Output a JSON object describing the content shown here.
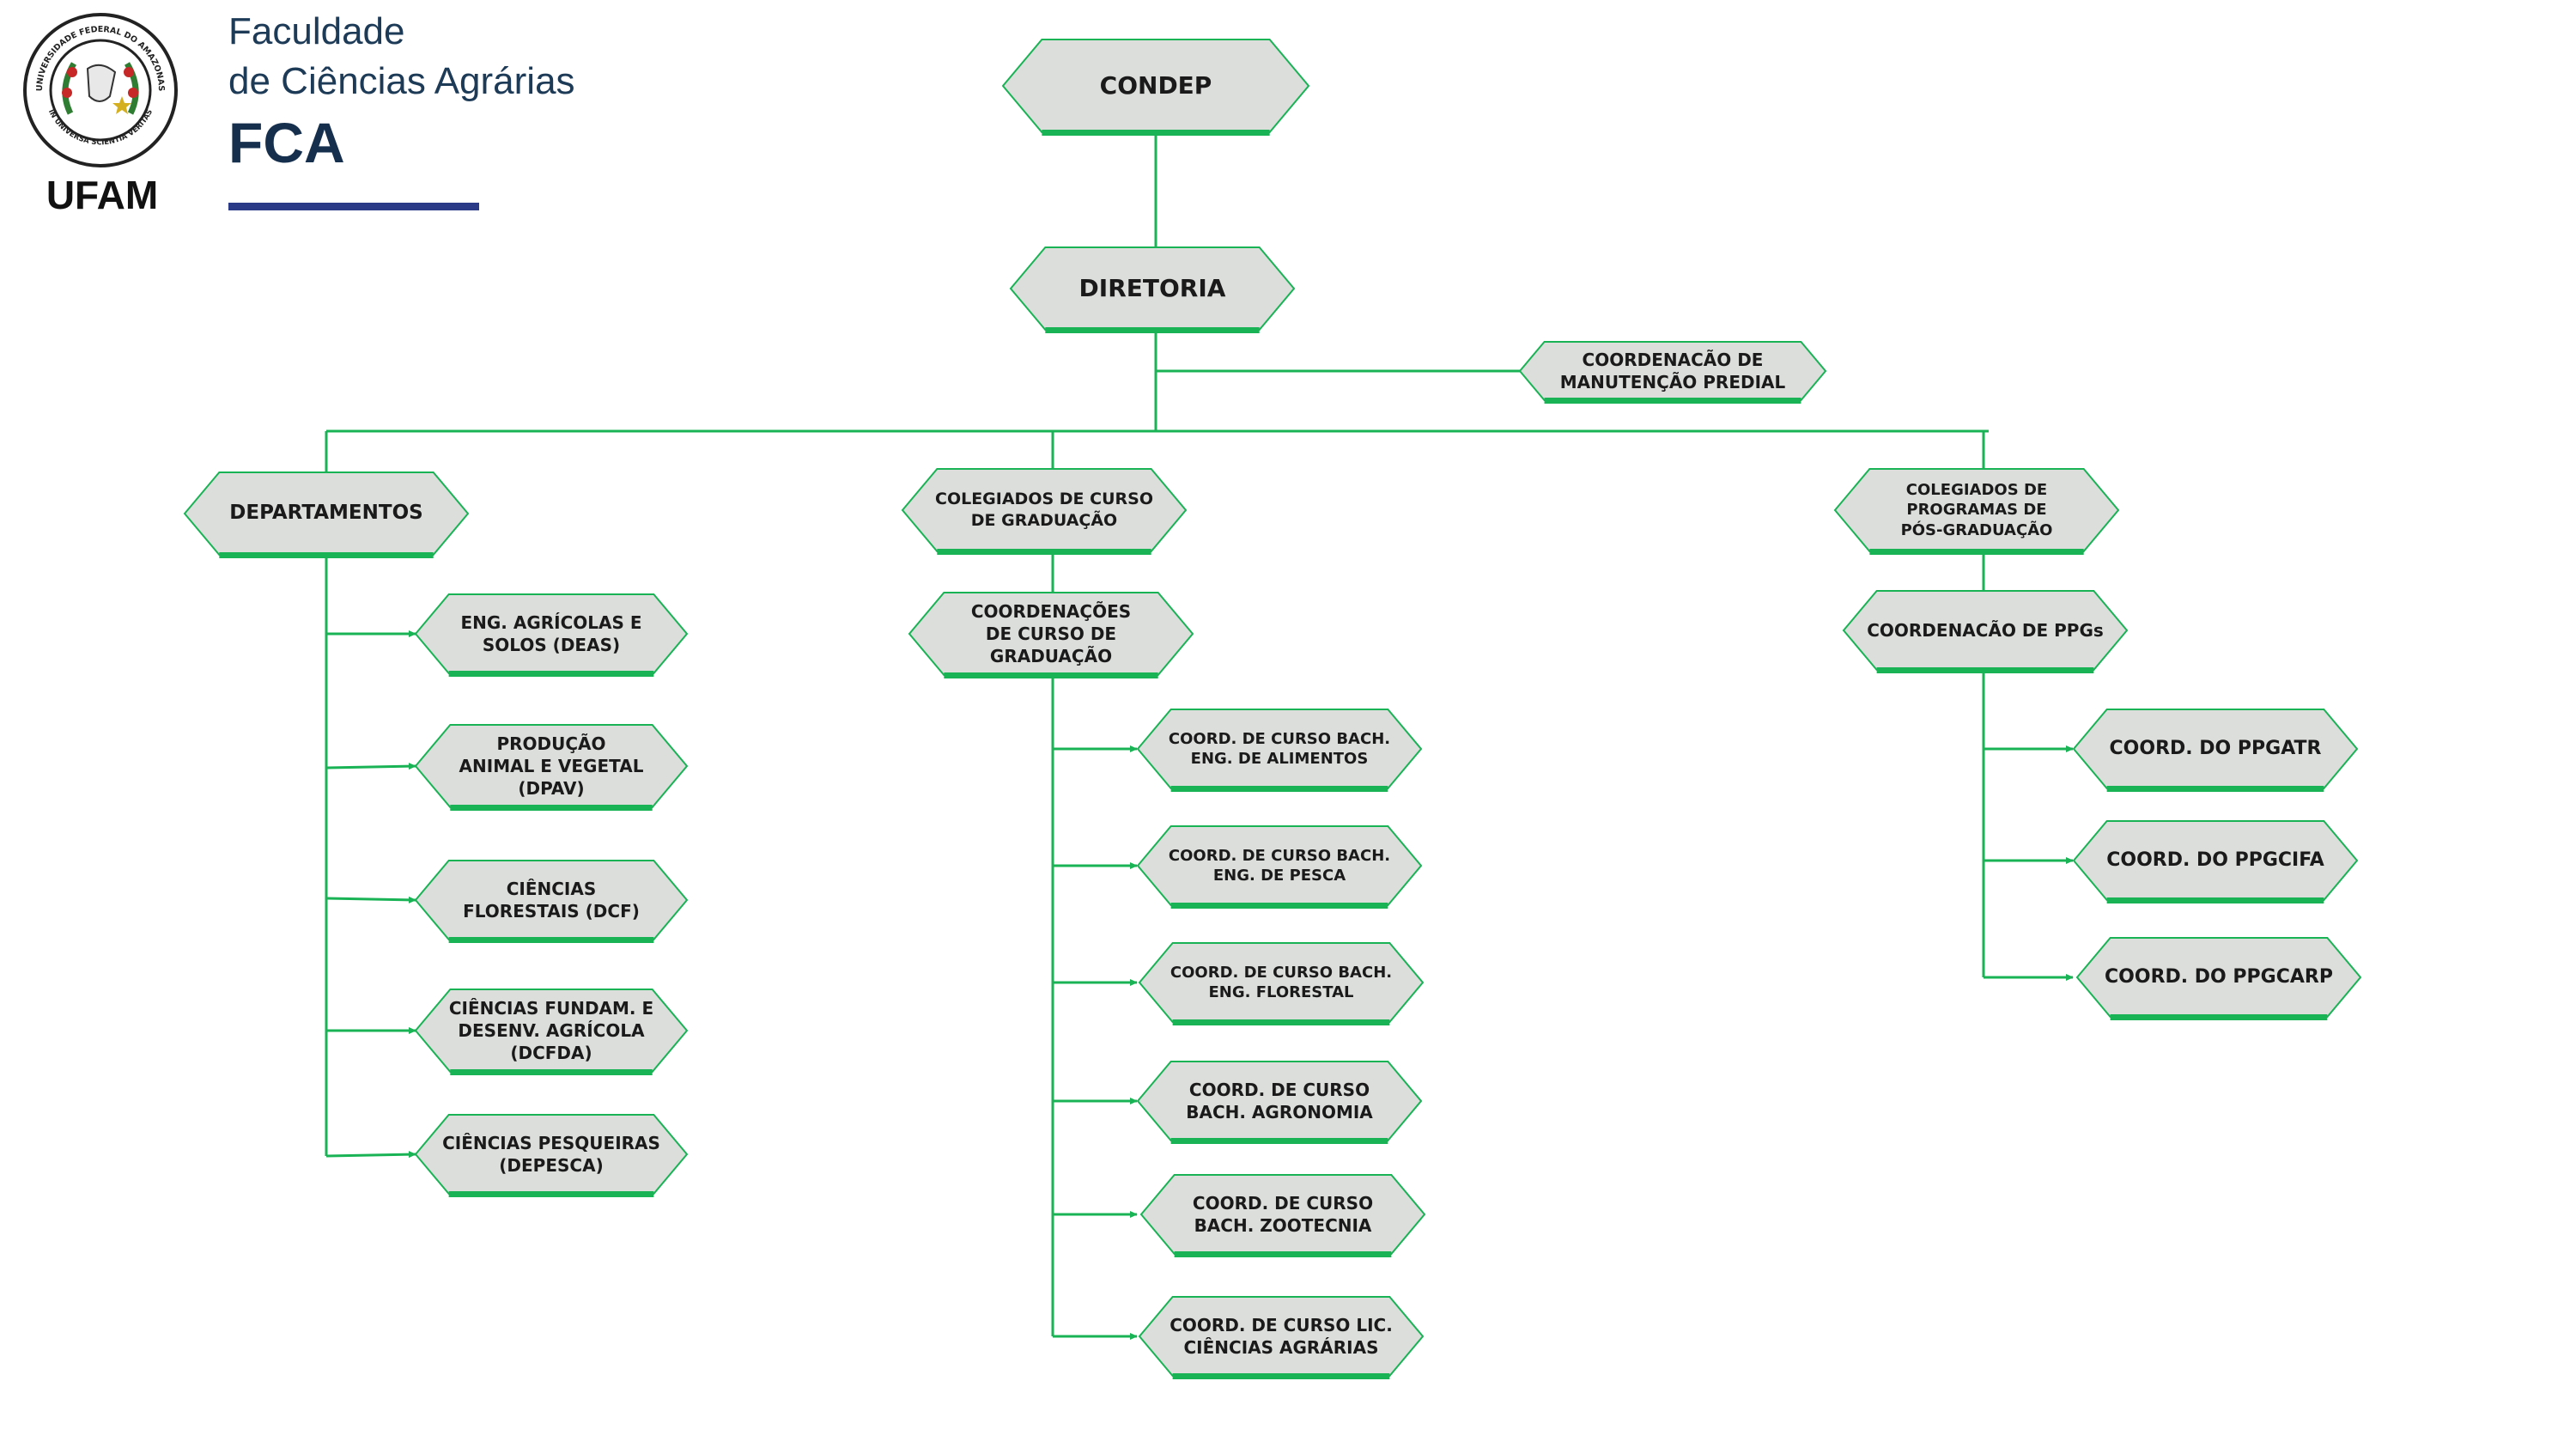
{
  "header": {
    "seal_text_top": "UNIVERSIDADE FEDERAL DO AMAZONAS",
    "seal_text_bottom": "IN UNIVERSA SCIENTIA VERITAS",
    "logo_caption": "UFAM",
    "faculty_line1": "Faculdade",
    "faculty_line2": "de Ciências Agrárias",
    "faculty_acronym": "FCA"
  },
  "colors": {
    "connector": "#19b355",
    "node_fill": "#dcdedb",
    "underline": "#19b355",
    "header_bar": "#2a3a86"
  },
  "nodes": [
    {
      "id": "condep",
      "lines": [
        "CONDEP"
      ]
    },
    {
      "id": "diretoria",
      "lines": [
        "DIRETORIA"
      ]
    },
    {
      "id": "manutencao",
      "lines": [
        "COORDENACÃO DE",
        "MANUTENÇÃO PREDIAL"
      ]
    },
    {
      "id": "departamentos",
      "lines": [
        "DEPARTAMENTOS"
      ]
    },
    {
      "id": "colegiados-graduacao",
      "lines": [
        "COLEGIADOS DE CURSO",
        "DE GRADUAÇÃO"
      ]
    },
    {
      "id": "colegiados-pos",
      "lines": [
        "COLEGIADOS DE",
        "PROGRAMAS DE",
        "PÓS-GRADUAÇÃO"
      ]
    },
    {
      "id": "deas",
      "lines": [
        "ENG. AGRÍCOLAS E",
        "SOLOS (DEAS)"
      ]
    },
    {
      "id": "dpav",
      "lines": [
        "PRODUÇÃO",
        "ANIMAL E VEGETAL",
        "(DPAV)"
      ]
    },
    {
      "id": "dcf",
      "lines": [
        "CIÊNCIAS",
        "FLORESTAIS (DCF)"
      ]
    },
    {
      "id": "dcfda",
      "lines": [
        "CIÊNCIAS FUNDAM. E",
        "DESENV. AGRÍCOLA",
        "(DCFDA)"
      ]
    },
    {
      "id": "depesca",
      "lines": [
        "CIÊNCIAS PESQUEIRAS",
        "(DEPESCA)"
      ]
    },
    {
      "id": "coord-graduacao",
      "lines": [
        "COORDENAÇÕES",
        "DE CURSO DE",
        "GRADUAÇÃO"
      ]
    },
    {
      "id": "alimentos",
      "lines": [
        "COORD. DE CURSO BACH.",
        "ENG. DE  ALIMENTOS"
      ]
    },
    {
      "id": "pesca",
      "lines": [
        "COORD. DE CURSO BACH.",
        "ENG.  DE PESCA"
      ]
    },
    {
      "id": "florestal",
      "lines": [
        "COORD. DE CURSO  BACH.",
        "ENG.  FLORESTAL"
      ]
    },
    {
      "id": "agronomia",
      "lines": [
        "COORD. DE CURSO",
        "BACH. AGRONOMIA"
      ]
    },
    {
      "id": "zootecnia",
      "lines": [
        "COORD. DE CURSO",
        "BACH. ZOOTECNIA"
      ]
    },
    {
      "id": "agrarias",
      "lines": [
        "COORD. DE CURSO LIC.",
        "CIÊNCIAS AGRÁRIAS"
      ]
    },
    {
      "id": "coord-ppgs",
      "lines": [
        "COORDENACÃO DE PPGs"
      ]
    },
    {
      "id": "ppgatr",
      "lines": [
        "COORD. DO PPGATR"
      ]
    },
    {
      "id": "ppgcifa",
      "lines": [
        "COORD. DO PPGCIFA"
      ]
    },
    {
      "id": "ppgcarp",
      "lines": [
        "COORD. DO PPGCARP"
      ]
    }
  ]
}
